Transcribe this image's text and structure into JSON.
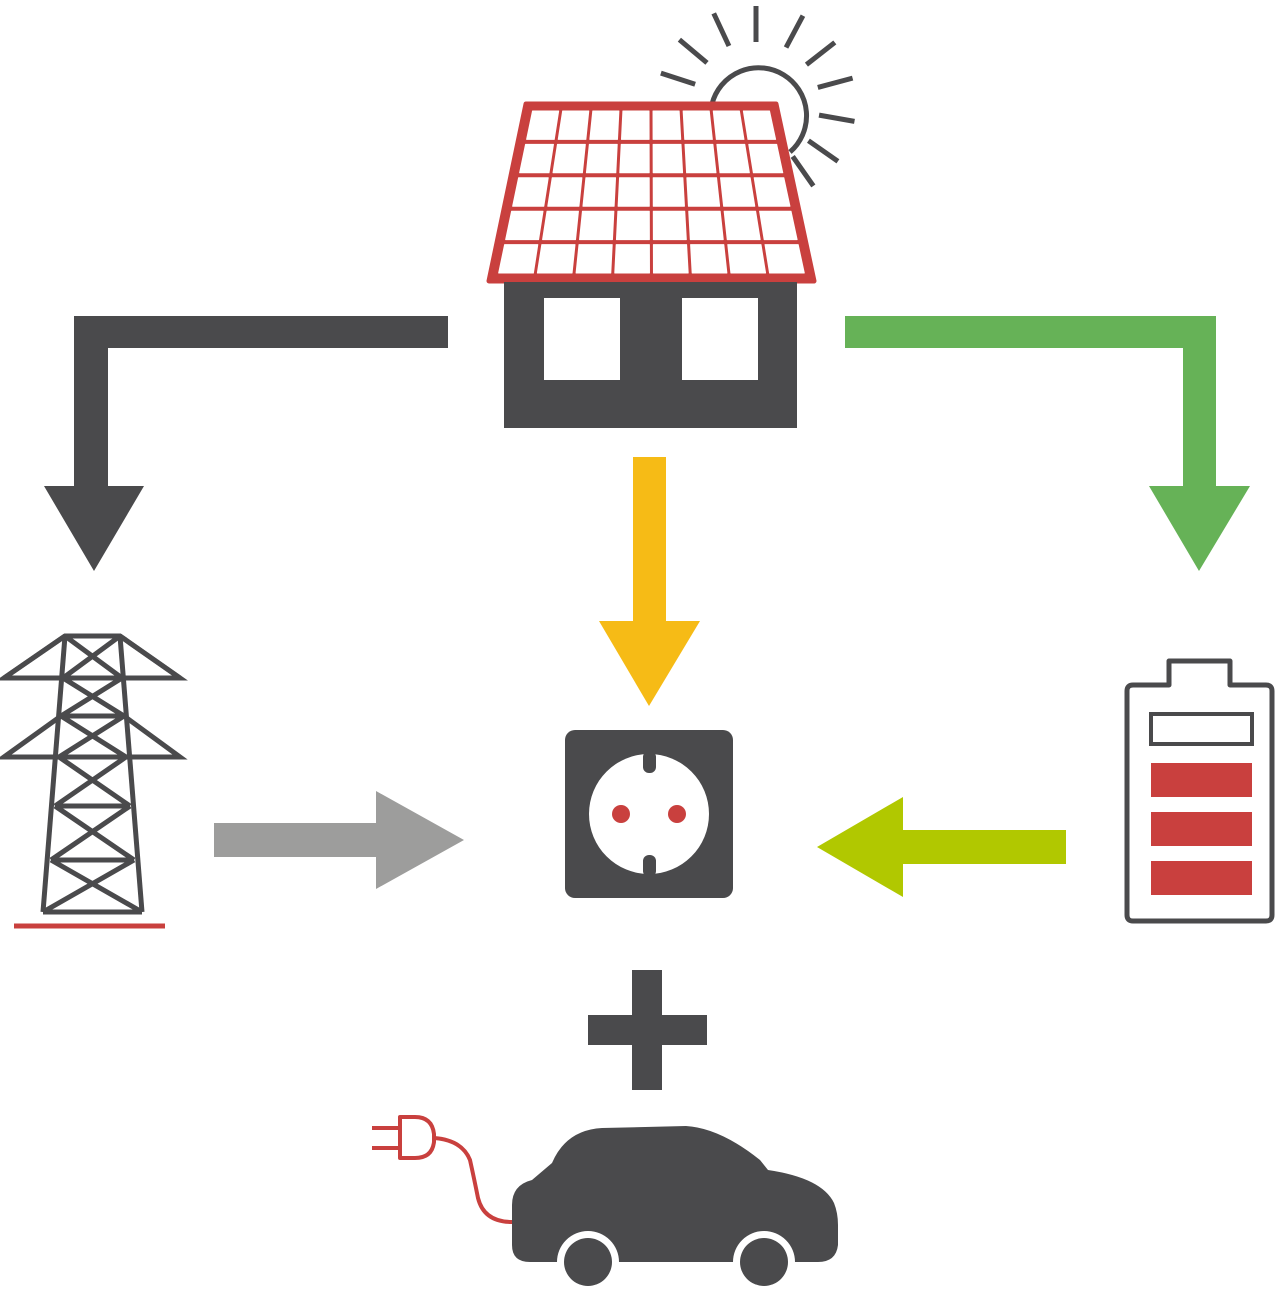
{
  "colors": {
    "dark": "#4a4a4c",
    "red": "#c9403e",
    "yellow": "#f6bb16",
    "green": "#66b257",
    "lime": "#b1c800",
    "grey": "#9d9d9c",
    "white": "#ffffff"
  },
  "icons": {
    "house": "solar-house-icon",
    "sun": "sun-icon",
    "pylon": "power-pylon-icon",
    "socket": "power-socket-icon",
    "battery": "battery-icon",
    "car": "electric-car-icon",
    "plug": "plug-icon",
    "plus": "plus-icon"
  },
  "arrows": [
    {
      "from": "house",
      "to": "grid",
      "color": "dark"
    },
    {
      "from": "house",
      "to": "socket",
      "color": "yellow"
    },
    {
      "from": "house",
      "to": "battery",
      "color": "green"
    },
    {
      "from": "grid",
      "to": "socket",
      "color": "grey"
    },
    {
      "from": "battery",
      "to": "socket",
      "color": "lime"
    }
  ],
  "battery": {
    "charge_bars": 3,
    "total_bars": 4
  }
}
